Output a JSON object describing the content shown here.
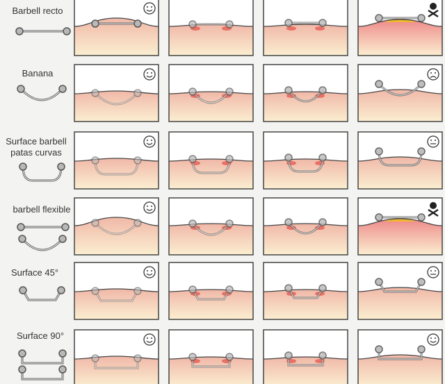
{
  "rows": [
    {
      "label": "Barbell recto",
      "type": "straight",
      "faces": [
        "smile",
        "",
        "",
        "skull"
      ]
    },
    {
      "label": "Banana",
      "type": "banana",
      "faces": [
        "smile",
        "",
        "",
        "sad"
      ]
    },
    {
      "label": "Surface barbell patas curvas",
      "type": "curved-legs",
      "faces": [
        "smile",
        "",
        "",
        "neutral"
      ]
    },
    {
      "label": "barbell flexible",
      "type": "flexible",
      "faces": [
        "smile",
        "",
        "",
        "skull"
      ]
    },
    {
      "label": "Surface 45°",
      "type": "surface45",
      "faces": [
        "smile",
        "",
        "",
        "neutral"
      ]
    },
    {
      "label": "Surface 90°",
      "type": "surface90",
      "faces": [
        "smile",
        "",
        "",
        "smile"
      ]
    }
  ],
  "colors": {
    "skin_top": "#f0b8a8",
    "skin_bottom": "#fbeccc",
    "irritation": "#e0302a",
    "rejection": "#f0c020",
    "line": "#555555"
  }
}
